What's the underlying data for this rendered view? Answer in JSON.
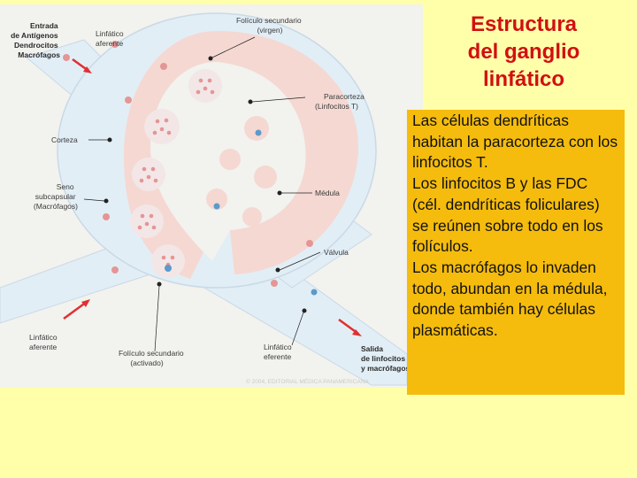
{
  "title_lines": [
    "Estructura",
    "del ganglio",
    "linfático"
  ],
  "paragraphs": [
    "Las células dendríticas habitan la paracorteza con los linfocitos T.",
    "Los linfocitos B y las FDC (cél. dendríticas foliculares) se reúnen sobre todo en los folículos.",
    "Los macrófagos lo invaden todo, abundan en la médula, donde también hay células plasmáticas."
  ],
  "figure": {
    "labels": {
      "entrada": [
        "Entrada",
        "de Antígenos",
        "Dendrocitos",
        "Macrófagos"
      ],
      "linfatico_aferente_top": [
        "Linfático",
        "aferente"
      ],
      "foliculo_secundario_virgen": [
        "Folículo secundario",
        "(virgen)"
      ],
      "paracorteza": [
        "Paracorteza",
        "(Linfocitos T)"
      ],
      "corteza": [
        "Corteza"
      ],
      "seno_subcapsular": [
        "Seno",
        "subcapsular",
        "(Macrófagos)"
      ],
      "medula": [
        "Médula"
      ],
      "valvula": [
        "Válvula"
      ],
      "linfatico_aferente_bottom": [
        "Linfático",
        "aferente"
      ],
      "foliculo_secundario_activado": [
        "Folículo secundario",
        "(activado)"
      ],
      "linfatico_eferente": [
        "Linfático",
        "eferente"
      ],
      "salida": [
        "Salida",
        "de linfocitos",
        "y macrófagos"
      ]
    },
    "copyright": "© 2004, EDITORIAL MÉDICA PANAMERICANA",
    "colors": {
      "capsule": "#E2EEF6",
      "cortex": "#F5D8D2",
      "follicle": "#F3E6E6",
      "follicle_dot": "#E59595",
      "arrow": "#E03030",
      "leader": "#222222"
    }
  }
}
